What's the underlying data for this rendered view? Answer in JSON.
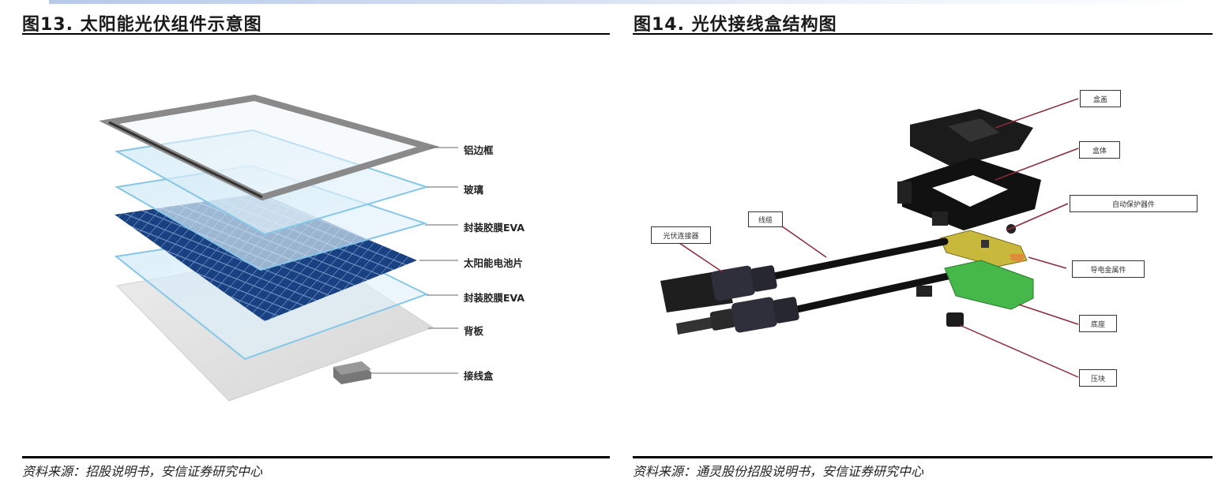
{
  "figure13": {
    "title": "图13. 太阳能光伏组件示意图",
    "source": "资料来源：招股说明书，安信证券研究中心",
    "layers": [
      {
        "label": "铝边框"
      },
      {
        "label": "玻璃"
      },
      {
        "label": "封装胶膜EVA"
      },
      {
        "label": "太阳能电池片"
      },
      {
        "label": "封装胶膜EVA"
      },
      {
        "label": "背板"
      },
      {
        "label": "接线盒"
      }
    ],
    "colors": {
      "frame": "#8a8a8a",
      "glass": "#bfe0f2",
      "cell": "#123a78",
      "backsheet": "#e3e3e3"
    }
  },
  "figure14": {
    "title": "图14. 光伏接线盒结构图",
    "source": "资料来源：通灵股份招股说明书，安信证券研究中心",
    "parts": [
      {
        "label": "盒盖"
      },
      {
        "label": "盒体"
      },
      {
        "label": "自动保护器件"
      },
      {
        "label": "线缆"
      },
      {
        "label": "光伏连接器"
      },
      {
        "label": "导电金属件"
      },
      {
        "label": "底座"
      },
      {
        "label": "压块"
      }
    ],
    "colors": {
      "leader_line": "#8a2a3a",
      "base": "#3fae3f",
      "metal": "#c9b93a",
      "housing": "#1a1a1a"
    }
  }
}
